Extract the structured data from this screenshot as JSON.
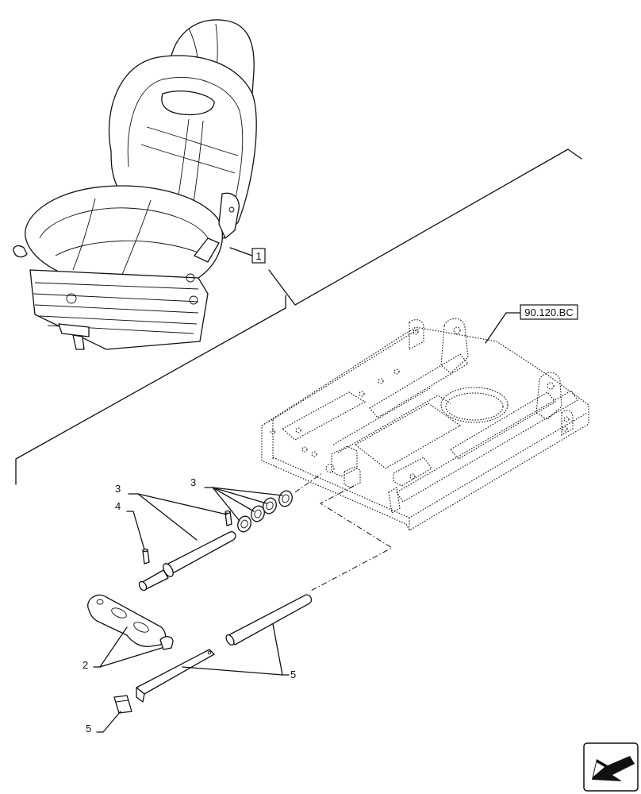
{
  "callouts": {
    "seat_ref": "1",
    "frame_ref": "90.120.BC",
    "washers_ref": "3",
    "pin_ref": "3",
    "roll_pin_ref": "4",
    "handle_ref": "2",
    "rods_ref": "5",
    "clip_ref": "5"
  },
  "icons": {
    "navigation": "arrow-icon"
  }
}
